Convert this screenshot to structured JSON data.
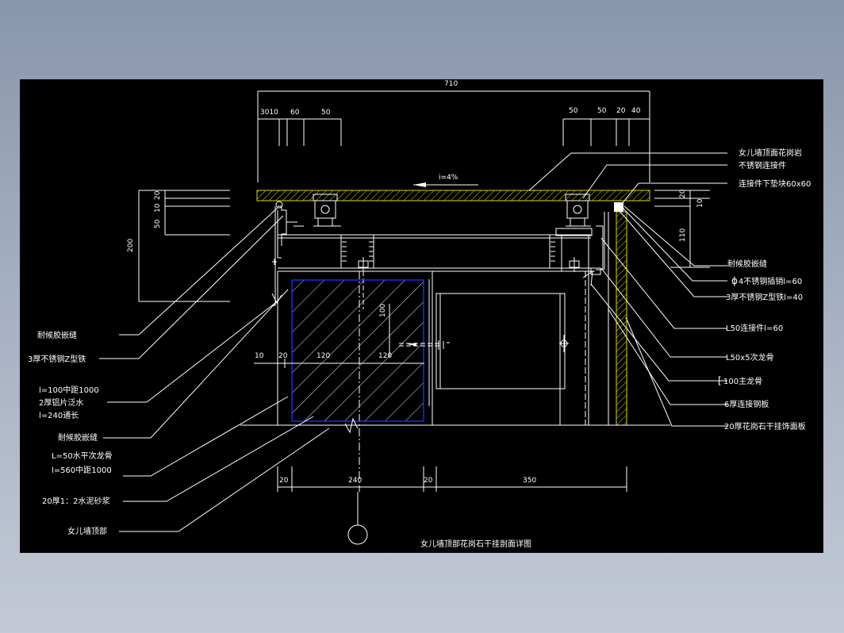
{
  "drawing": {
    "title": "女儿墙顶部花岗石干挂剖面详图",
    "dims": {
      "total": "710",
      "top_left": [
        "3010",
        "60",
        "50"
      ],
      "top_right": [
        "50",
        "50",
        "20",
        "40"
      ],
      "left_vert": [
        "20",
        "10",
        "50"
      ],
      "left_200": "200",
      "right_20": "20",
      "right_10": "10",
      "right_110": "110",
      "mid_100": "100",
      "inner": [
        "10",
        "20",
        "120",
        "120"
      ],
      "bottom": [
        "20",
        "240",
        "20",
        "350"
      ]
    },
    "slope": "i=4%",
    "labels_right": [
      "女儿墙顶面花岗岩",
      "不锈钢连接件",
      "连接件下垫块60x60",
      "耐候胶嵌缝",
      "4不锈钢插销l=60",
      "3厚不锈钢Z型铁l=40",
      "L50连接件l=60",
      "L50x5次龙骨",
      "100主龙骨",
      "6厚连接钢板",
      "20厚花岗石干挂饰面板"
    ],
    "dia_symbol": "ϕ",
    "channel_symbol": "[",
    "labels_left": [
      "耐候胶嵌缝",
      "3厚不锈钢Z型铁",
      "l=100中距1000",
      "2厚铝片泛水",
      "l=240通长",
      "耐候胶嵌缝",
      "L=50水平次龙骨",
      "l=560中距1000",
      "20厚1：2水泥砂浆",
      "女儿墙顶部"
    ]
  },
  "colors": {
    "background": "#000000",
    "lines": "#ffffff",
    "hatch": "#d8d800",
    "wall": "#1a2fff"
  }
}
